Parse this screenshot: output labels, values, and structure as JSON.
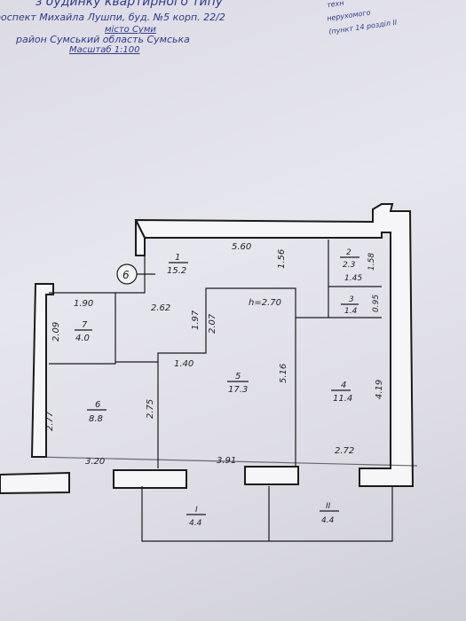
{
  "header": {
    "line0": "з будинку квартирного типу",
    "line1": "роспект Михайла Лушпи, буд. №5 корп. 22/2",
    "line2": "місто Суми",
    "line3": "район Сумський область Сумська",
    "line4": "Масштаб 1:100",
    "side1": "техн",
    "side2": "нерухомого",
    "side3": "(пункт 14 розділ ІІ"
  },
  "plan": {
    "axis_marker": "6",
    "ceiling_height": "h=2.70",
    "rooms": [
      {
        "number": "1",
        "area": "15.2"
      },
      {
        "number": "2",
        "area": "2.3"
      },
      {
        "number": "3",
        "area": "1.4"
      },
      {
        "number": "4",
        "area": "11.4"
      },
      {
        "number": "5",
        "area": "17.3"
      },
      {
        "number": "6",
        "area": "8.8"
      },
      {
        "number": "7",
        "area": "4.0"
      },
      {
        "number": "I",
        "area": "4.4"
      },
      {
        "number": "II",
        "area": "4.4"
      }
    ],
    "dimensions": {
      "d560": "5.60",
      "d156": "1.56",
      "d158": "1.58",
      "d145": "1.45",
      "d095": "0.95",
      "d190": "1.90",
      "d262": "2.62",
      "d209": "2.09",
      "d197": "1.97",
      "d207": "2.07",
      "d140": "1.40",
      "d516": "5.16",
      "d419": "4.19",
      "d277": "2.77",
      "d275": "2.75",
      "d320": "3.20",
      "d391": "3.91",
      "d272": "2.72"
    }
  }
}
